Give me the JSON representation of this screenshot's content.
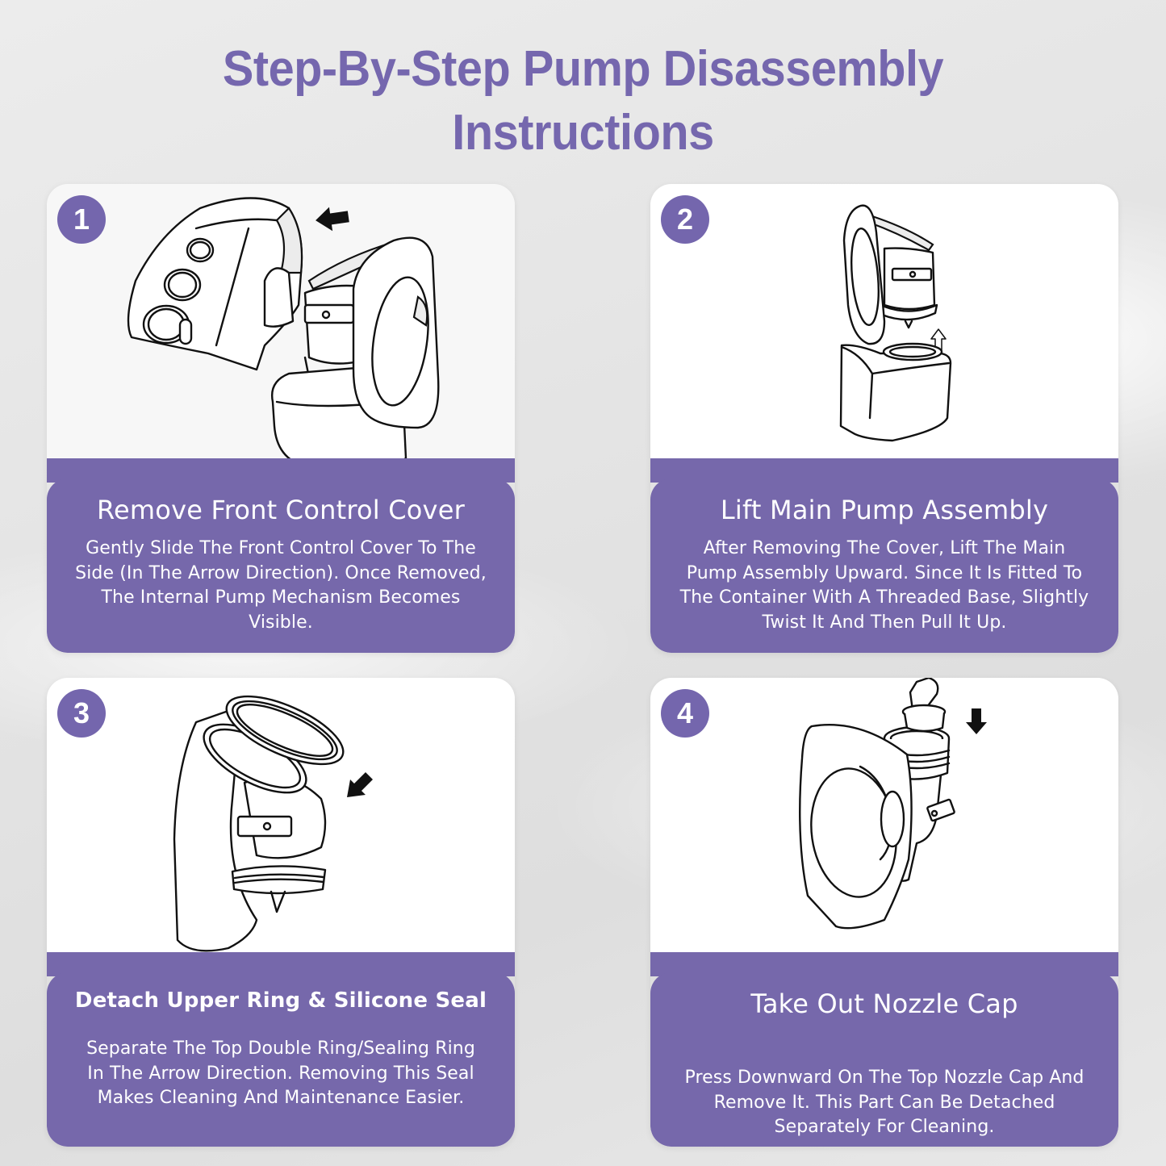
{
  "title": {
    "line1": "Step-By-Step Pump Disassembly",
    "line2": "Instructions"
  },
  "colors": {
    "accent": "#7567ae",
    "caption_bg": "#7668ab",
    "card_bg": "#ffffff",
    "text_on_accent": "#ffffff"
  },
  "steps": [
    {
      "number": "1",
      "title": "Remove Front Control Cover",
      "description_lines": [
        "Gently Slide The Front Control Cover To The",
        "Side (In The Arrow Direction). Once Removed,",
        "The Internal Pump Mechanism Becomes",
        "Visible."
      ],
      "illustration": "pump-front-cover-removal",
      "arrow_icon": "arrow-up-left-icon"
    },
    {
      "number": "2",
      "title": "Lift Main Pump Assembly",
      "description_lines": [
        "After Removing The Cover, Lift The Main",
        "Pump Assembly Upward. Since It Is Fitted To",
        "The Container With A Threaded Base, Slightly",
        "Twist It And Then Pull It Up."
      ],
      "illustration": "pump-assembly-lift",
      "arrow_icon": "arrow-up-outline-icon"
    },
    {
      "number": "3",
      "title": "Detach Upper Ring & Silicone Seal",
      "description_lines": [
        "Separate The Top Double Ring/Sealing Ring",
        "In The Arrow Direction. Removing This Seal",
        "Makes Cleaning And Maintenance Easier."
      ],
      "illustration": "ring-seal-detach",
      "arrow_icon": "arrow-down-left-icon"
    },
    {
      "number": "4",
      "title": "Take Out Nozzle Cap",
      "description_lines": [
        "Press Downward On The Top Nozzle Cap And",
        "Remove It. This Part Can Be Detached",
        "Separately For Cleaning."
      ],
      "illustration": "nozzle-cap-removal",
      "arrow_icon": "arrow-down-icon"
    }
  ]
}
